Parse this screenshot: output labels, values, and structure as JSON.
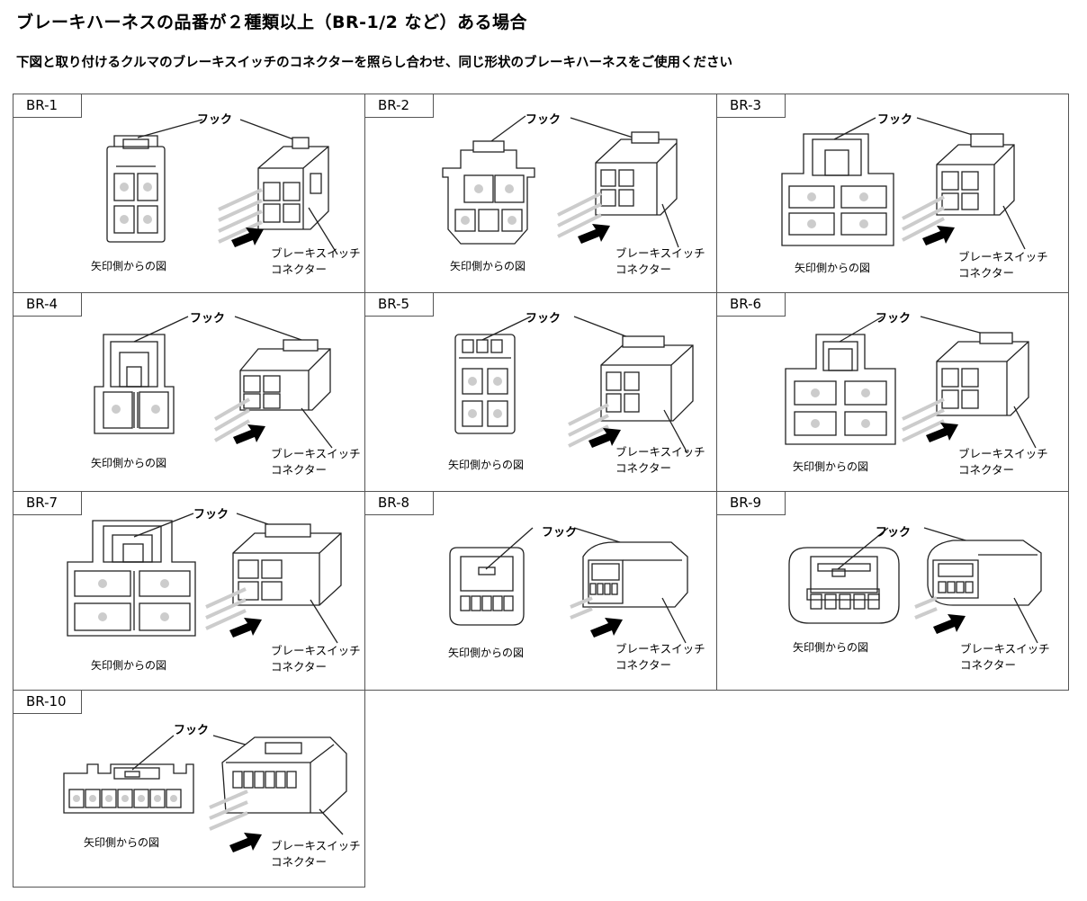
{
  "header": {
    "title": "ブレーキハーネスの品番が２種類以上（BR-1/2 など）ある場合",
    "subtitle": "下図と取り付けるクルマのブレーキスイッチのコネクターを照らし合わせ、同じ形状のブレーキハーネスをご使用ください"
  },
  "labels": {
    "hook": "フック",
    "view": "矢印側からの図",
    "connector_line1": "ブレーキスイッチ",
    "connector_line2": "コネクター"
  },
  "connectors": [
    {
      "id": "BR-1"
    },
    {
      "id": "BR-2"
    },
    {
      "id": "BR-3"
    },
    {
      "id": "BR-4"
    },
    {
      "id": "BR-5"
    },
    {
      "id": "BR-6"
    },
    {
      "id": "BR-7"
    },
    {
      "id": "BR-8"
    },
    {
      "id": "BR-9"
    },
    {
      "id": "BR-10"
    }
  ]
}
